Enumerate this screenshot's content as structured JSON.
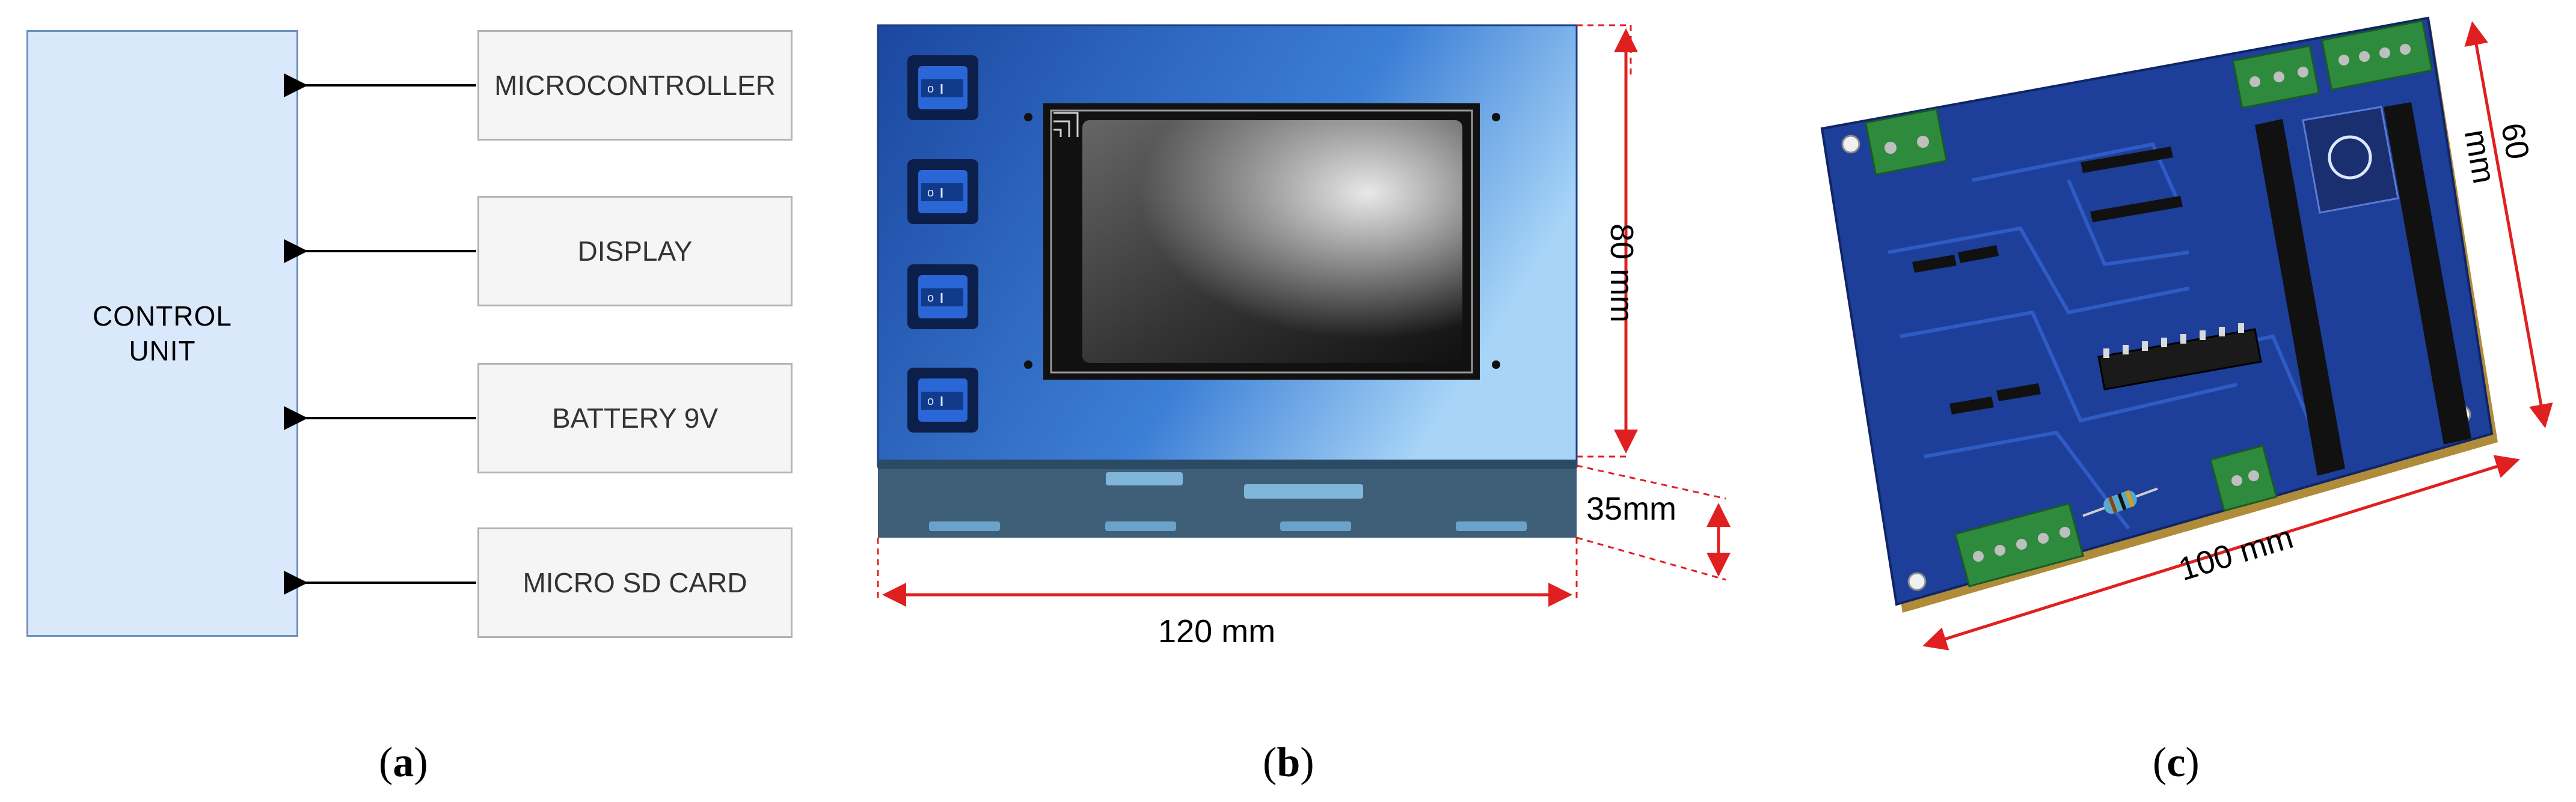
{
  "panel_a": {
    "control_unit_label": "CONTROL\nUNIT",
    "modules": [
      {
        "label": "MICROCONTROLLER"
      },
      {
        "label": "DISPLAY"
      },
      {
        "label": "BATTERY 9V"
      },
      {
        "label": "MICRO SD CARD"
      }
    ],
    "caption_letter": "a"
  },
  "panel_b": {
    "height_label": "80 mm",
    "depth_label": "35mm",
    "width_label": "120 mm",
    "caption_letter": "b"
  },
  "panel_c": {
    "width_label": "100 mm",
    "height_label": "60 mm",
    "caption_letter": "c"
  },
  "colors": {
    "control_unit_fill": "#dae8fc",
    "control_unit_border": "#6c8ebf",
    "module_fill": "#f5f5f5",
    "dimension_red": "#e02020",
    "device_blue": "#1e4fa3",
    "pcb_blue": "#1d3f9a"
  }
}
